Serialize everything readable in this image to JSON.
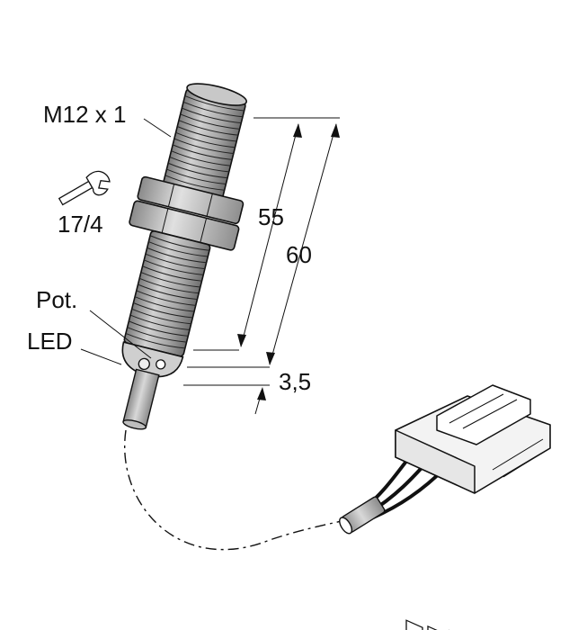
{
  "labels": {
    "thread": "M12 x 1",
    "wrench_size": "17/4",
    "pot": "Pot.",
    "led": "LED",
    "dim_55": "55",
    "dim_60": "60",
    "dim_3_5": "3,5"
  },
  "colors": {
    "body_fill": "#a9a9a9",
    "body_dark": "#7d7d7d",
    "body_light": "#d4d4d4",
    "nut_fill": "#bdbdbd",
    "connector_fill": "#f2f2f2",
    "line": "#111111"
  },
  "icons": {
    "wrench": "wrench-icon"
  }
}
